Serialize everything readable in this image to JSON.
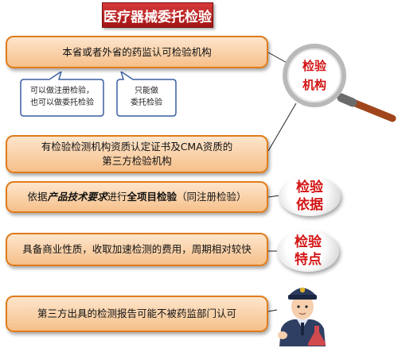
{
  "title": "医疗器械委托检验",
  "box1": "本省或者外省的药监认可检验机构",
  "callout_left": [
    "可以做注册检验，",
    "也可以做委托检验"
  ],
  "callout_right": [
    "只能做",
    "委托检验"
  ],
  "magnifier": {
    "line1": "检验",
    "line2": "机构"
  },
  "box2": {
    "line1": "有检验检测机构资质认定证书及CMA资质的",
    "line2": "第三方检验机构"
  },
  "box3": {
    "pre": "依据",
    "em1": "产品技术要求",
    "mid": "进行",
    "em2": "全项目检验",
    "post": "（同注册检验）"
  },
  "pill_basis": {
    "line1": "检验",
    "line2": "依据"
  },
  "box4": "具备商业性质，收取加速检测的费用，周期相对较快",
  "pill_features": {
    "line1": "检验",
    "line2": "特点"
  },
  "box5": "第三方出具的检测报告可能不被药监部门认可",
  "colors": {
    "accent": "#d31313",
    "box_border": "#e07c1c",
    "box_fill": "#fde5cc"
  }
}
